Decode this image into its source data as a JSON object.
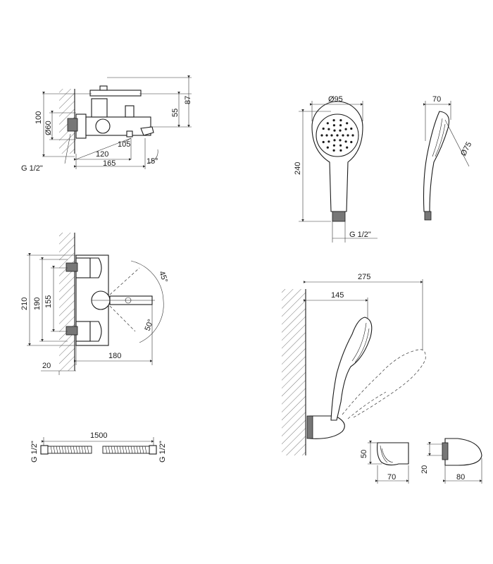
{
  "diagram": {
    "faucet_side": {
      "dims": [
        "87",
        "55",
        "100",
        "Ø60",
        "105",
        "120",
        "165",
        "15°"
      ],
      "thread": "G 1/2\""
    },
    "faucet_top": {
      "dims": [
        "210",
        "190",
        "155",
        "45°",
        "50°",
        "180",
        "20"
      ]
    },
    "hose": {
      "length": "1500",
      "thread_left": "G 1/2\"",
      "thread_right": "G 1/2\""
    },
    "handshower_front": {
      "diameter": "Ø95",
      "height": "240",
      "thread": "G 1/2\""
    },
    "handshower_side": {
      "width": "70",
      "diameter": "Ø75"
    },
    "holder_assembly": {
      "total": "275",
      "offset": "145"
    },
    "holder_front": {
      "height": "50",
      "width": "70"
    },
    "holder_side": {
      "height": "20",
      "width": "80"
    }
  }
}
